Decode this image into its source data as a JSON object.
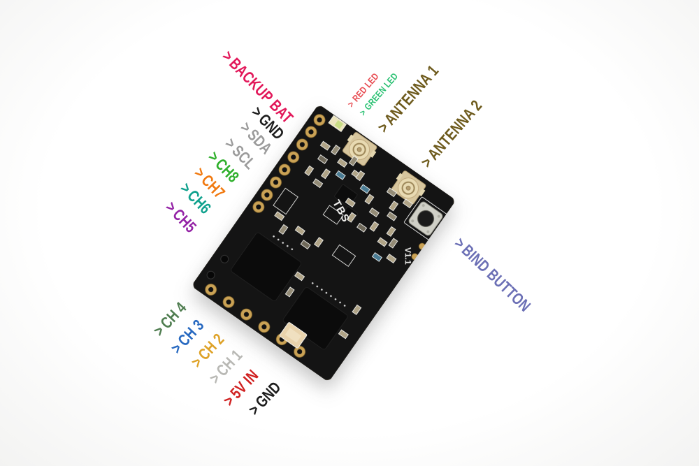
{
  "board": {
    "brand": "TBS",
    "version": "V1.1"
  },
  "arrow_char": ">",
  "pin_labels": {
    "top_left": [
      {
        "id": "backup-bat",
        "text": "BACKUP BAT",
        "color": "#e2185a"
      },
      {
        "id": "gnd-top",
        "text": "GND",
        "color": "#1d1d1d"
      },
      {
        "id": "sda",
        "text": "SDA",
        "color": "#9b9b9b"
      },
      {
        "id": "scl",
        "text": "SCL",
        "color": "#9b9b9b"
      },
      {
        "id": "ch8",
        "text": "CH8",
        "color": "#2fb02c"
      },
      {
        "id": "ch7",
        "text": "CH7",
        "color": "#f1790f"
      },
      {
        "id": "ch6",
        "text": "CH6",
        "color": "#0fa18d"
      },
      {
        "id": "ch5",
        "text": "CH5",
        "color": "#9423a6"
      }
    ],
    "bottom_left": [
      {
        "id": "ch4",
        "text": "CH 4",
        "color": "#4f7d50"
      },
      {
        "id": "ch3",
        "text": "CH 3",
        "color": "#2668c0"
      },
      {
        "id": "ch2",
        "text": "CH 2",
        "color": "#dea227"
      },
      {
        "id": "ch1",
        "text": "CH 1",
        "color": "#b8b8b4"
      },
      {
        "id": "5v-in",
        "text": "5V IN",
        "color": "#d02020"
      },
      {
        "id": "gnd-bottom",
        "text": "GND",
        "color": "#1d1d1d"
      }
    ],
    "top_right": [
      {
        "id": "red-led",
        "text": "RED LED",
        "color": "#e74a50"
      },
      {
        "id": "green-led",
        "text": "GREEN LED",
        "color": "#2bc173"
      },
      {
        "id": "antenna-1",
        "text": "ANTENNA 1",
        "color": "#6e5b1d"
      },
      {
        "id": "antenna-2",
        "text": "ANTENNA 2",
        "color": "#6e5b1d"
      }
    ],
    "right": [
      {
        "id": "bind-button",
        "text": "BIND BUTTON",
        "color": "#6b6fb5"
      }
    ]
  }
}
